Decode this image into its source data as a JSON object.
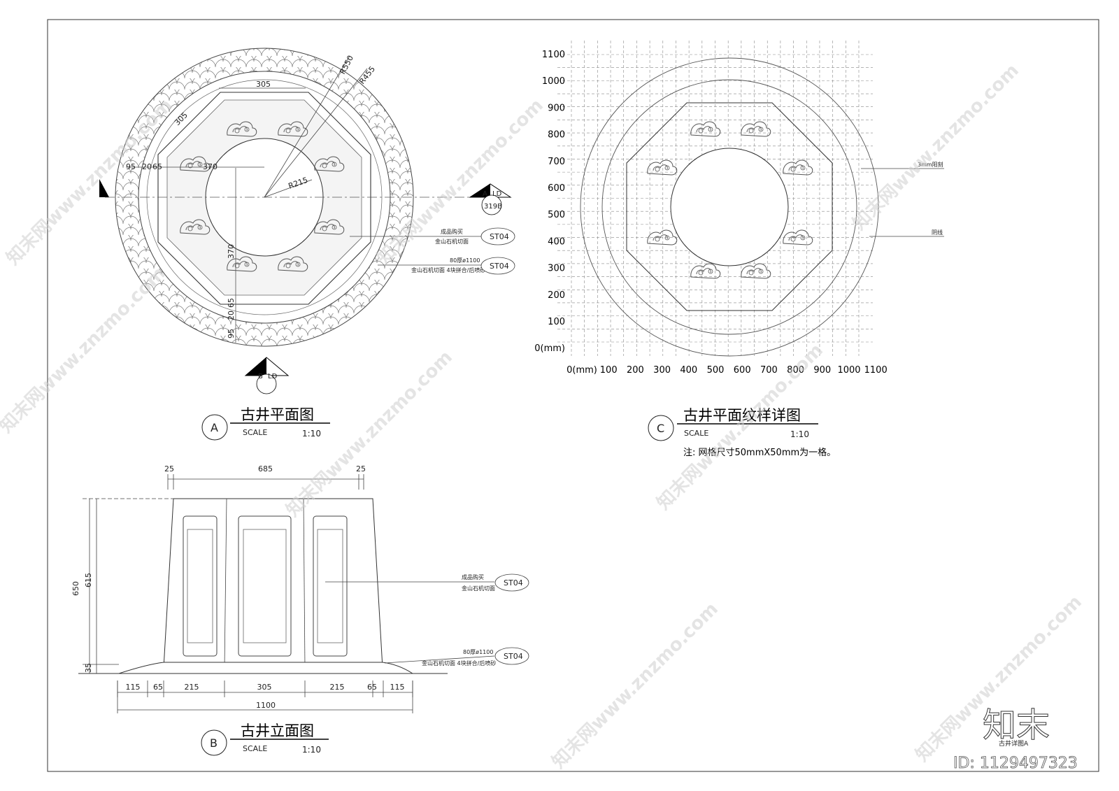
{
  "plan": {
    "title": "古井平面图",
    "scale_label": "SCALE",
    "scale": "1:10",
    "marker": "A",
    "dims": {
      "r550": "R550",
      "r455": "R455",
      "r215": "R215",
      "top305": "305",
      "diag305": "305",
      "d95": "95",
      "d20": "20",
      "d65": "65",
      "d370": "370",
      "v370": "370",
      "v65": "65",
      "v20": "20",
      "v95": "95"
    },
    "section_mark": {
      "letter": "A",
      "code": "LD",
      "sheet": "319B"
    },
    "section_mark_b": {
      "letter": "B",
      "code": "LD"
    },
    "callout1": {
      "line1": "成品购买",
      "line2": "金山石机切面",
      "tag": "ST04"
    },
    "callout2": {
      "line1": "80厚ø1100",
      "line2": "金山石机切面 4块拼合/后喷砂",
      "tag": "ST04"
    }
  },
  "detail": {
    "title": "古井平面纹样详图",
    "scale_label": "SCALE",
    "scale": "1:10",
    "marker": "C",
    "note": "注: 网格尺寸50mmX50mm为一格。",
    "y_ticks": [
      "1100",
      "1000",
      "900",
      "800",
      "700",
      "600",
      "500",
      "400",
      "300",
      "200",
      "100",
      "0(mm)"
    ],
    "x_ticks": [
      "0(mm)",
      "100",
      "200",
      "300",
      "400",
      "500",
      "600",
      "700",
      "800",
      "900",
      "1000",
      "1100"
    ],
    "label1": "3mm阳刻",
    "label2": "阴线"
  },
  "elevation": {
    "title": "古井立面图",
    "scale_label": "SCALE",
    "scale": "1:10",
    "marker": "B",
    "top_dims": [
      "25",
      "685",
      "25"
    ],
    "left_dims": {
      "h650": "650",
      "h615": "615",
      "h35": "35"
    },
    "bottom_dims": [
      "115",
      "65",
      "215",
      "305",
      "215",
      "65",
      "115"
    ],
    "total": "1100",
    "callout1": {
      "line1": "成品购买",
      "line2": "金山石机切面",
      "tag": "ST04"
    },
    "callout2": {
      "line1": "80厚ø1100",
      "line2": "金山石机切面 4块拼合/后喷砂",
      "tag": "ST04"
    }
  },
  "brand": {
    "logo": "知末",
    "sheet_name": "古井详图A",
    "id_text": "ID: 1129497323",
    "watermark": "知末网www.znzmo.com"
  }
}
